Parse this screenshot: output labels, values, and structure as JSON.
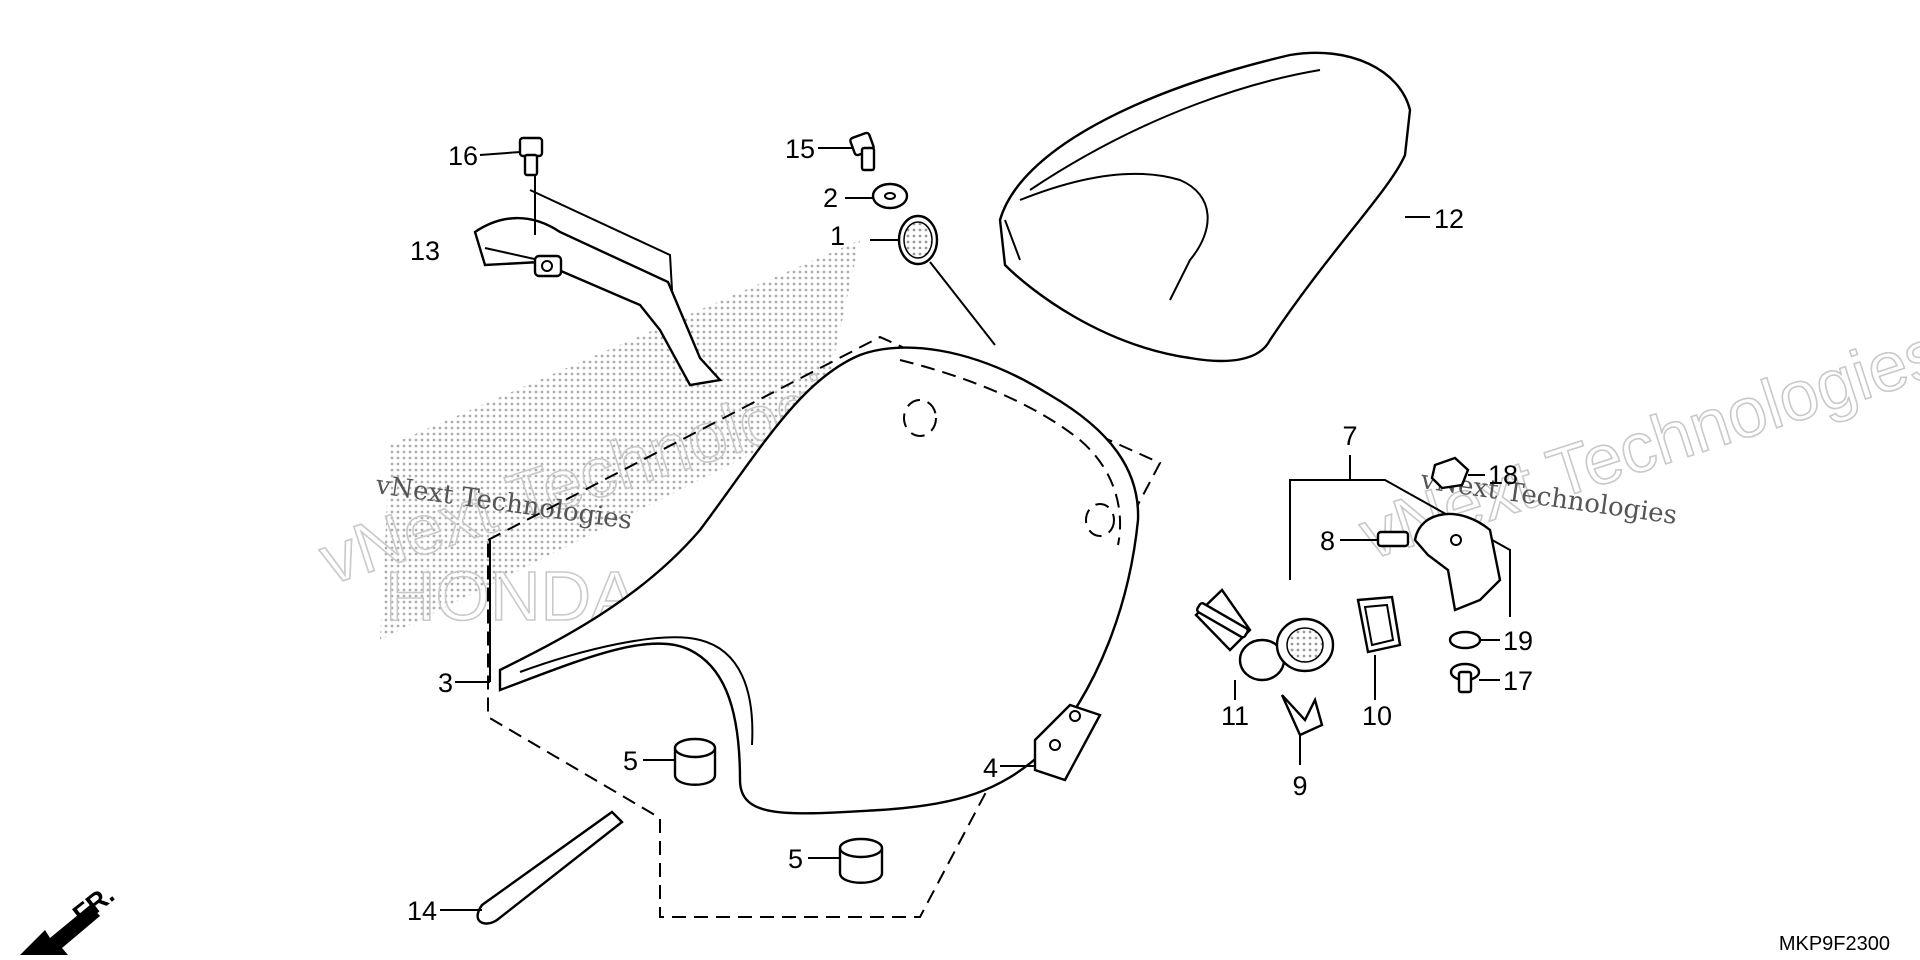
{
  "diagram": {
    "code": "MKP9F2300",
    "front_label": "FR.",
    "watermark_primary": "vNext Technologies",
    "watermark_secondary": "vNext Technologies",
    "watermark_brand": "HONDA",
    "callouts": {
      "c1": "1",
      "c2": "2",
      "c3": "3",
      "c4": "4",
      "c5a": "5",
      "c5b": "5",
      "c7": "7",
      "c8": "8",
      "c9": "9",
      "c10": "10",
      "c11": "11",
      "c12": "12",
      "c13": "13",
      "c14": "14",
      "c15": "15",
      "c16": "16",
      "c17": "17",
      "c18": "18",
      "c19": "19"
    }
  }
}
